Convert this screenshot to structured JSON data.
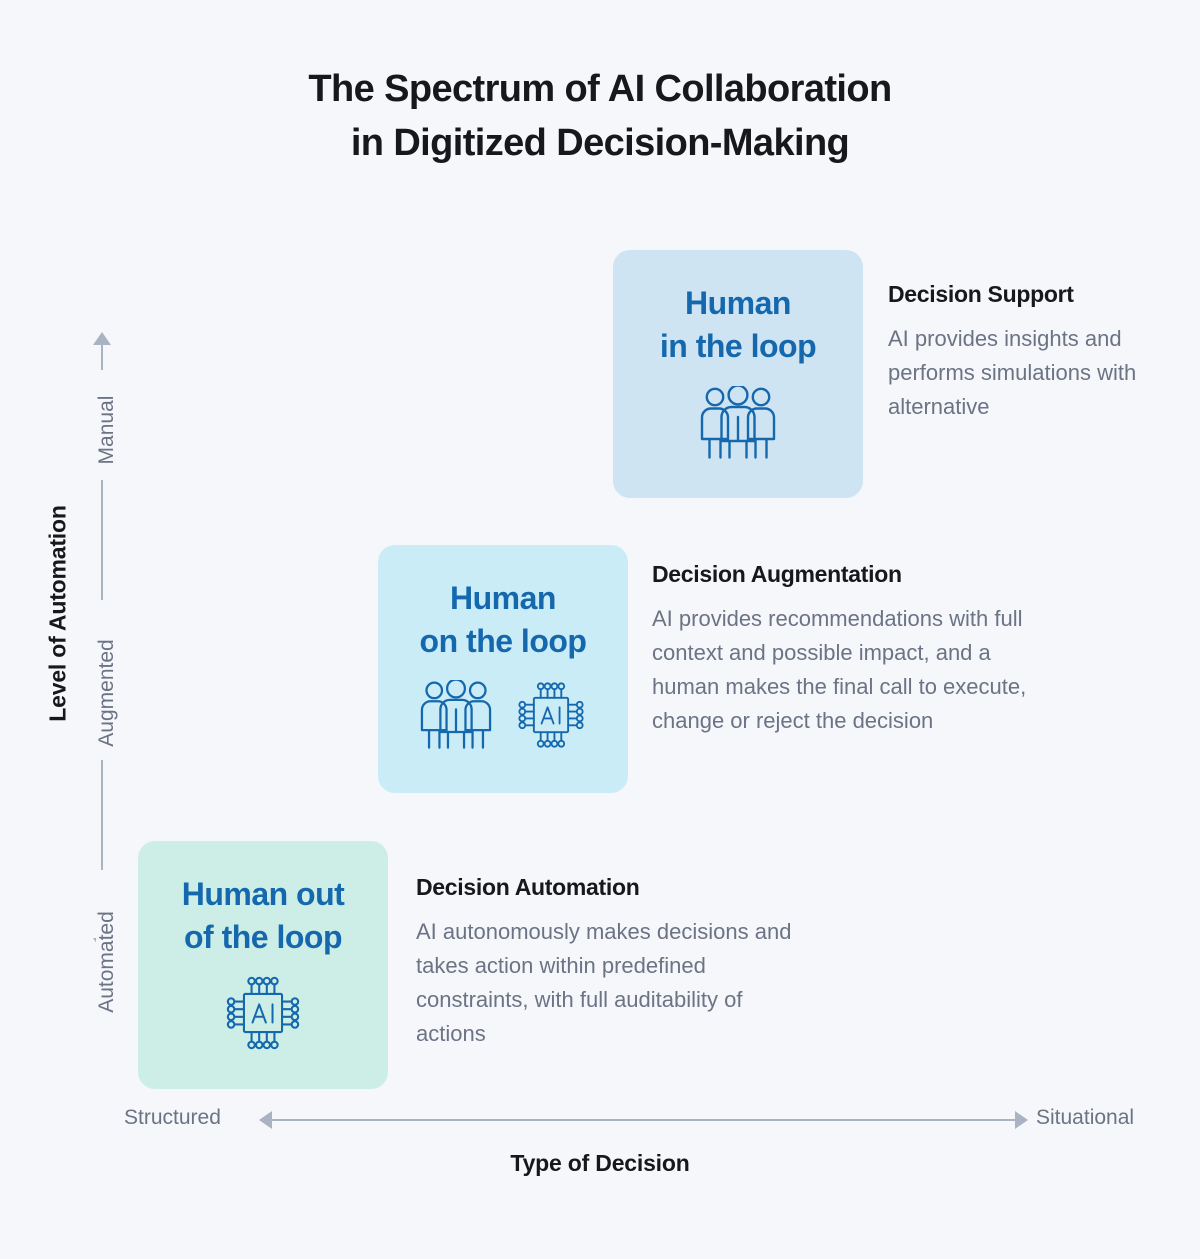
{
  "title": {
    "line1": "The Spectrum of AI Collaboration",
    "line2": "in Digitized Decision-Making"
  },
  "axes": {
    "y": {
      "label": "Level of Automation",
      "ticks": [
        "Manual",
        "Augmented",
        "Automated"
      ],
      "arrow": "double-headed-vertical"
    },
    "x": {
      "label": "Type of Decision",
      "left_tick": "Structured",
      "right_tick": "Situational",
      "arrow": "double-headed-horizontal"
    }
  },
  "cards": [
    {
      "id": "human-in-the-loop",
      "title": "Human\nin the loop",
      "bg_color": "#cfe4f2",
      "text_color": "#1568ad",
      "icons": [
        "people-icon"
      ],
      "desc_title": "Decision Support",
      "desc_body": "AI provides insights and performs simulations with alternative"
    },
    {
      "id": "human-on-the-loop",
      "title": "Human\non the loop",
      "bg_color": "#c9ecf7",
      "text_color": "#1568ad",
      "icons": [
        "people-icon",
        "ai-chip-icon"
      ],
      "desc_title": "Decision Augmentation",
      "desc_body": "AI provides recommendations with full context and possible impact, and a human makes the final call to execute, change or reject the decision"
    },
    {
      "id": "human-out-of-the-loop",
      "title": "Human out\nof the loop",
      "bg_color": "#cdeee7",
      "text_color": "#1568ad",
      "icons": [
        "ai-chip-icon"
      ],
      "desc_title": "Decision Automation",
      "desc_body": "AI autonomously makes decisions and takes action within predefined constraints, with full auditability of actions"
    }
  ],
  "colors": {
    "background": "#f5f7fa",
    "axis": "#aab3c4",
    "body_text": "#6b7385",
    "heading_text": "#16181c",
    "accent_blue": "#1568ad"
  }
}
